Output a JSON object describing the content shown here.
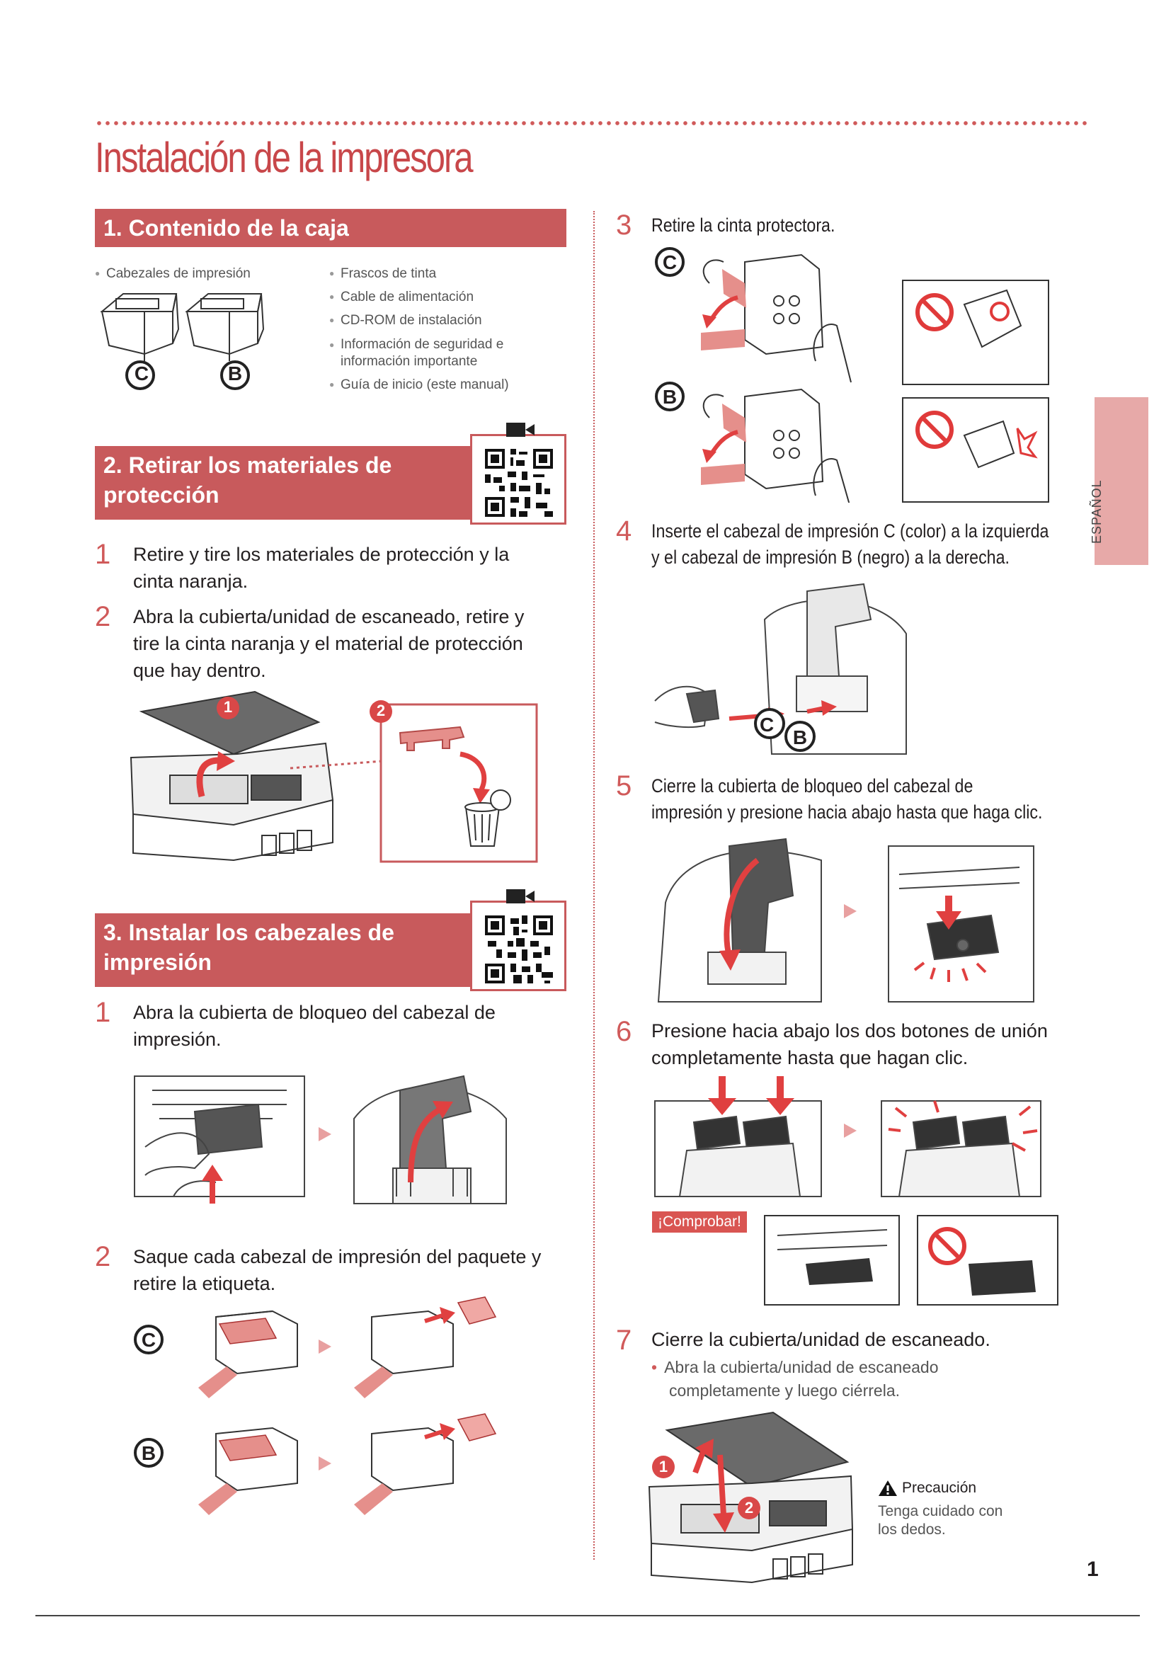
{
  "title": "Instalación de la impresora",
  "language_tab": "ESPAÑOL",
  "page_number": "1",
  "section1": {
    "heading": "1. Contenido de la caja",
    "left_items": [
      "Cabezales de impresión"
    ],
    "right_items": [
      "Frascos de tinta",
      "Cable de alimentación",
      "CD-ROM de instalación",
      "Información de seguridad e",
      "Guía de inicio (este manual)"
    ],
    "right_item_continuation": "información importante",
    "head_labels": [
      "C",
      "B"
    ]
  },
  "section2": {
    "heading_line1": "2. Retirar los materiales de",
    "heading_line2": "protección",
    "steps": [
      {
        "num": "1",
        "line1": "Retire y tire los materiales de protección y la",
        "line2": "cinta naranja."
      },
      {
        "num": "2",
        "line1": "Abra la cubierta/unidad de escaneado, retire y",
        "line2": "tire la cinta naranja y el material de protección",
        "line3": "que hay dentro."
      }
    ],
    "callouts": [
      "1",
      "2"
    ]
  },
  "section3": {
    "heading_line1": "3. Instalar los cabezales de",
    "heading_line2": "impresión",
    "steps": [
      {
        "num": "1",
        "line1": "Abra la cubierta de bloqueo del cabezal de",
        "line2": "impresión."
      },
      {
        "num": "2",
        "line1": "Saque cada cabezal de impresión del paquete y",
        "line2": "retire la etiqueta."
      }
    ]
  },
  "right_steps": {
    "s3": {
      "num": "3",
      "text": "Retire la cinta protectora."
    },
    "s4": {
      "num": "4",
      "line1": "Inserte el cabezal de impresión C (color) a la izquierda",
      "line2": "y el cabezal de impresión B (negro) a la derecha."
    },
    "s5": {
      "num": "5",
      "line1": "Cierre la cubierta de bloqueo del cabezal de",
      "line2": "impresión y presione hacia abajo hasta que haga clic."
    },
    "s6": {
      "num": "6",
      "line1": "Presione hacia abajo los dos botones de unión",
      "line2": "completamente hasta que hagan clic."
    },
    "check_label": "¡Comprobar!",
    "s7": {
      "num": "7",
      "text": "Cierre la cubierta/unidad de escaneado.",
      "sub1": "Abra la cubierta/unidad de escaneado",
      "sub2": "completamente y luego ciérrela."
    },
    "callouts": [
      "1",
      "2"
    ]
  },
  "caution": {
    "title": "Precaución",
    "line1": "Tenga cuidado con",
    "line2": "los dedos."
  },
  "colors": {
    "accent": "#c85a5c",
    "tape": "#e58f8b",
    "tab": "#e7a9a8"
  }
}
